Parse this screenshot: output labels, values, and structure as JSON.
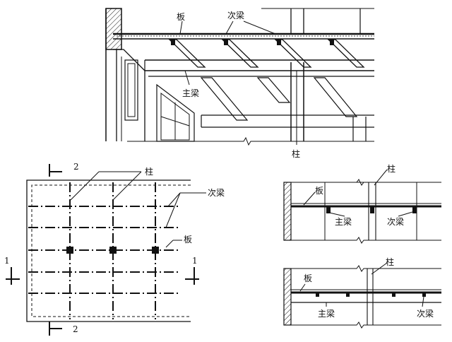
{
  "labels": {
    "slab": "板",
    "secondary_beam": "次梁",
    "main_beam": "主梁",
    "column": "柱"
  },
  "section_marks": {
    "one": "1",
    "two": "2"
  }
}
